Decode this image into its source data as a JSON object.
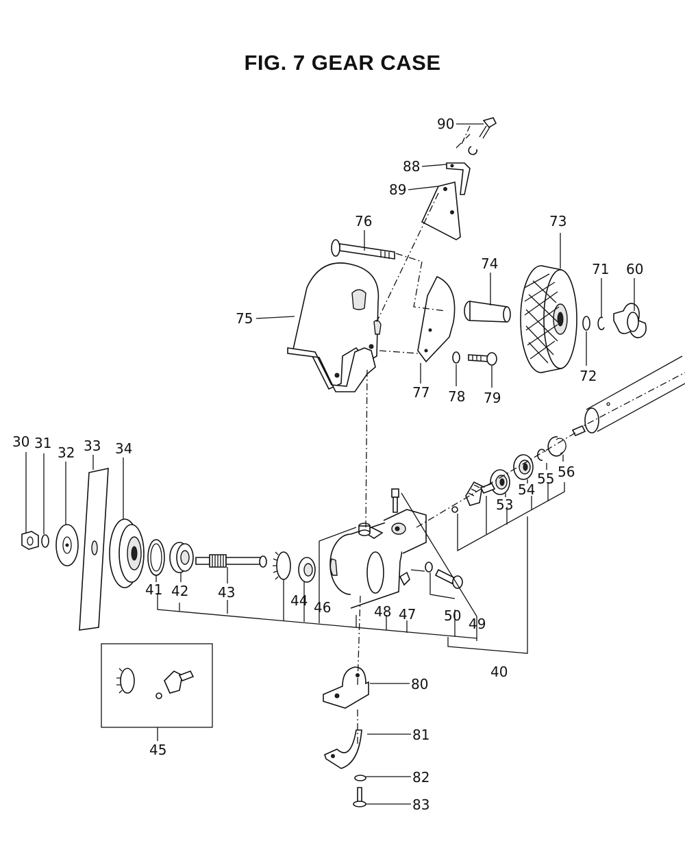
{
  "figure_title": "FIG. 7  GEAR CASE",
  "callouts": {
    "c90": "90",
    "c88": "88",
    "c89": "89",
    "c76": "76",
    "c73": "73",
    "c74": "74",
    "c71": "71",
    "c60": "60",
    "c75": "75",
    "c72": "72",
    "c77": "77",
    "c78": "78",
    "c79": "79",
    "c30": "30",
    "c31": "31",
    "c32": "32",
    "c33": "33",
    "c34": "34",
    "c41": "41",
    "c42": "42",
    "c43": "43",
    "c44": "44",
    "c46": "46",
    "c48": "48",
    "c47": "47",
    "c50": "50",
    "c49": "49",
    "c53": "53",
    "c54": "54",
    "c55": "55",
    "c56": "56",
    "c40": "40",
    "c45": "45",
    "c80": "80",
    "c81": "81",
    "c82": "82",
    "c83": "83"
  }
}
